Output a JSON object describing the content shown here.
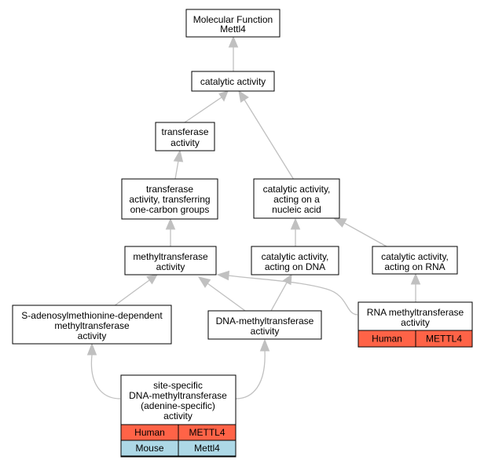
{
  "colors": {
    "edge": "#c0c0c0",
    "node_border": "#000000",
    "node_fill": "#ffffff",
    "human": "#ff6347",
    "mouse": "#add8e6"
  },
  "nodes": {
    "molecular_function": {
      "lines": [
        "Molecular Function",
        "Mettl4"
      ]
    },
    "catalytic_activity": {
      "lines": [
        "catalytic activity"
      ]
    },
    "transferase_activity": {
      "lines": [
        "transferase",
        "activity"
      ]
    },
    "transferase_one_carbon": {
      "lines": [
        "transferase",
        "activity, transferring",
        "one-carbon groups"
      ]
    },
    "catalytic_nucleic_acid": {
      "lines": [
        "catalytic activity,",
        "acting on a",
        "nucleic acid"
      ]
    },
    "methyltransferase_activity": {
      "lines": [
        "methyltransferase",
        "activity"
      ]
    },
    "catalytic_dna": {
      "lines": [
        "catalytic activity,",
        "acting on DNA"
      ]
    },
    "catalytic_rna": {
      "lines": [
        "catalytic activity,",
        "acting on RNA"
      ]
    },
    "sam_dependent": {
      "lines": [
        "S-adenosylmethionine-dependent",
        "methyltransferase",
        "activity"
      ]
    },
    "dna_methyltransferase": {
      "lines": [
        "DNA-methyltransferase",
        "activity"
      ]
    },
    "rna_methyltransferase": {
      "lines": [
        "RNA methyltransferase",
        "activity"
      ],
      "annotations": [
        {
          "species": "Human",
          "gene": "METTL4"
        }
      ]
    },
    "site_specific": {
      "lines": [
        "site-specific",
        "DNA-methyltransferase",
        "(adenine-specific)",
        "activity"
      ],
      "annotations": [
        {
          "species": "Human",
          "gene": "METTL4"
        },
        {
          "species": "Mouse",
          "gene": "Mettl4"
        }
      ]
    }
  }
}
